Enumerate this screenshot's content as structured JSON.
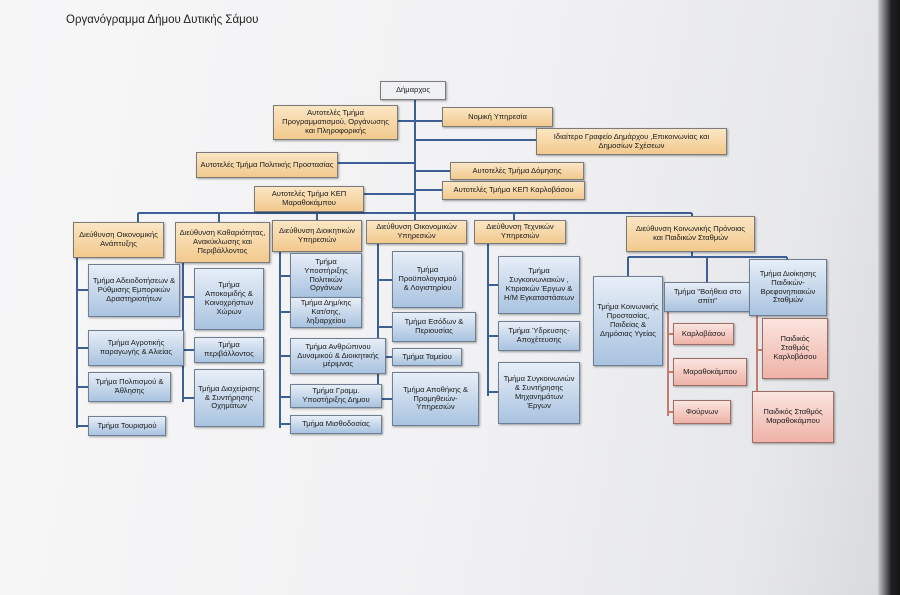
{
  "title": "Οργανόγραμμα Δήμου Δυτικής Σάμου",
  "top": {
    "mayor": "Δήμαρχος",
    "planning": "Αυτοτελές Τμήμα Προγραμματισμού, Οργάνωσης και Πληροφορικής",
    "legal": "Νομική Υπηρεσία",
    "office": "Ιδιαίτερο Γραφείο Δημάρχου ,Επικοινωνίας και Δημοσίων Σχέσεων",
    "civil_protection": "Αυτοτελές Τμήμα Πολιτικής Προστασίας",
    "building": "Αυτοτελές Τμήμα Δόμησης",
    "kep_marathokampos": "Αυτοτελές Τμήμα ΚΕΠ Μαραθοκάμπου",
    "kep_karlovasi": "Αυτοτελές Τμήμα ΚΕΠ Καρλοβάσου"
  },
  "directorates": {
    "economic": "Διεύθυνση Οικονομικής Ανάπτυξης",
    "cleaning": "Διεύθυνση Καθαριότητας, Ανακύκλωσης και Περιβάλλοντος",
    "admin": "Διεύθυνση Διοικητικών Υπηρεσιών",
    "finance": "Διεύθυνση Οικονομικών Υπηρεσιών",
    "technical": "Διεύθυνση Τεχνικών Υπηρεσιών",
    "social": "Διεύθυνση Κοινωνικής Πρόνοιας και Παιδικών Σταθμών"
  },
  "economic_depts": [
    "Τμήμα Αδειοδοτήσεων & Ρύθμισης Εμπορικών Δραστηριοτήτων",
    "Τμήμα Αγροτικής παραγωγής & Αλιείας",
    "Τμήμα Πολιτισμού & Άθλησης",
    "Τμήμα Τουρισμού"
  ],
  "cleaning_depts": [
    "Τμήμα Αποκομιδής & Κοινοχρήστων Χώρων",
    "Τμήμα περιβάλλοντος",
    "Τμήμα Διαχείρισης & Συντήρησης Οχημάτων"
  ],
  "admin_depts": [
    "Τμήμα Υποστήριξης Πολιτικών Οργάνων",
    "Τμήμα Δημ/κης Κατ/σης, ληξιαρχείου",
    "Τμήμα Ανθρώπινου Δυναμικού & Διοικητικής μέριμνας",
    "Τμήμα Γραμμ. Υποστήριξης Δημου",
    "Τμήμα Μισθοδοσίας"
  ],
  "finance_depts": [
    "Τμήμα Προϋπολογισμού & Λογιστηρίου",
    "Τμήμα Εσόδων & Περιουσίας",
    "Τμήμα Ταμείου",
    "Τμήμα Αποθήκης & Προμηθειών-Υπηρεσιών"
  ],
  "technical_depts": [
    "Τμήμα Συγκοινωνιακών , Κτιριακών Έργων & Η/Μ Εγκαταστάσεων",
    "Τμήμα Ύδρευσης-Αποχέτευσης",
    "Τμήμα Συγκοινωνιών & Συντήρησης Μηχανημάτων Έργων"
  ],
  "social_depts": {
    "social_protection": "Τμήμα Κοινωνικής Προστασίας, Παιδείας & Δημόσιας Υγείας",
    "help_at_home": "Τμήμα \"Βοήθεια στο σπίτι\"",
    "nurseries": "Τμήμα Διοίκησης Παιδικών-Βρεφονηπιακών Σταθμών"
  },
  "help_units": [
    "Καρλοβάσου",
    "Μαραθοκάμπου",
    "Φούρνων"
  ],
  "nursery_units": [
    "Παιδικός Σταθμός Καρλοβάσου",
    "Παιδικός Σταθμός Μαραθοκάμπου"
  ]
}
